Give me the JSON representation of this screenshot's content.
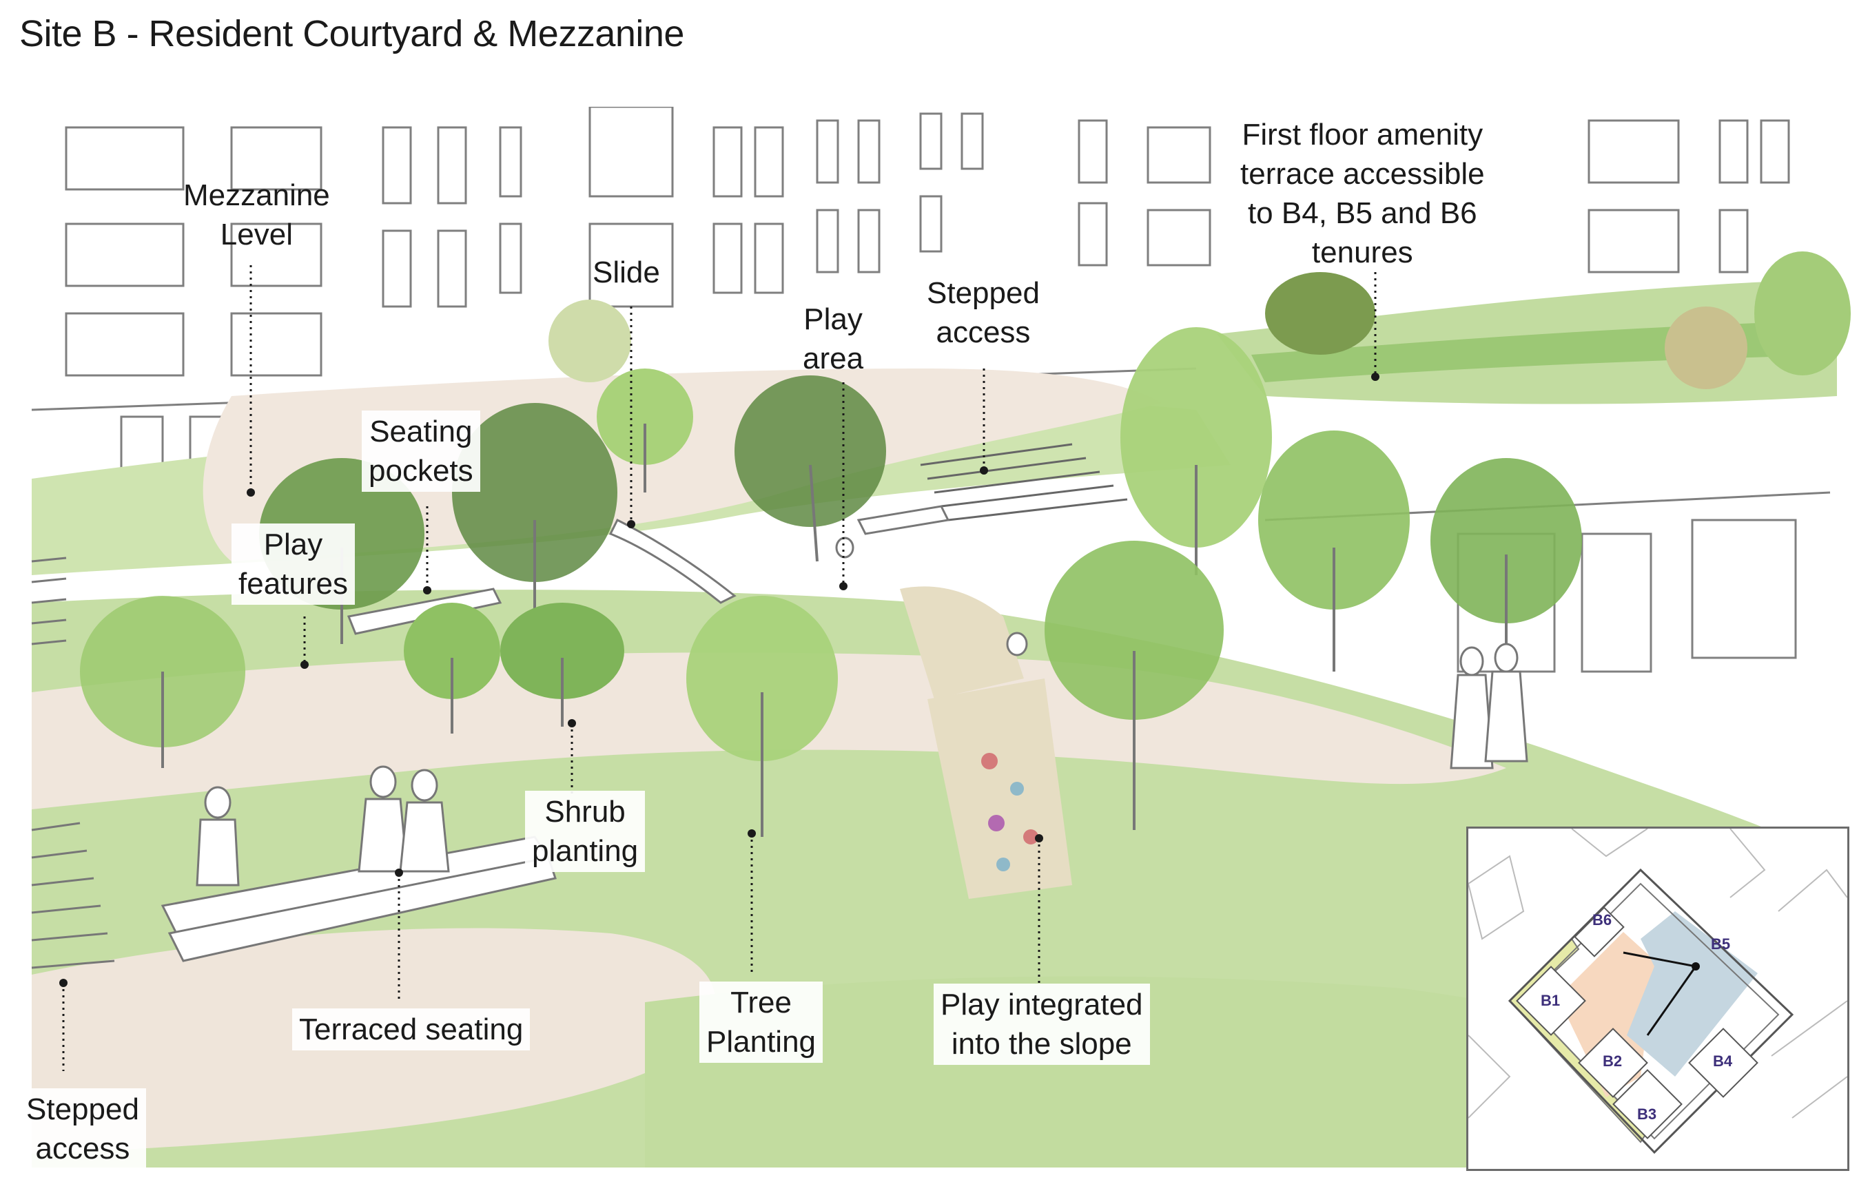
{
  "title": "Site B - Resident Courtyard & Mezzanine",
  "labels": {
    "mezzanine_level": "Mezzanine\nLevel",
    "slide": "Slide",
    "play_area": "Play\narea",
    "stepped_access_top": "Stepped\naccess",
    "first_floor_terrace": "First floor amenity\nterrace accessible\nto B4, B5 and B6\ntenures",
    "seating_pockets": "Seating\npockets",
    "play_features": "Play\nfeatures",
    "shrub_planting": "Shrub\nplanting",
    "terraced_seating": "Terraced seating",
    "tree_planting": "Tree\nPlanting",
    "play_integrated": "Play integrated\ninto the slope",
    "stepped_access_bottom": "Stepped\naccess"
  },
  "key_plan": {
    "blocks": [
      "B1",
      "B2",
      "B3",
      "B4",
      "B5",
      "B6"
    ]
  },
  "colors": {
    "grass": "#c9dfa6",
    "grass_dark": "#9cc676",
    "path": "#efe6dc",
    "tree_light": "#a9d27a",
    "tree_mid": "#7fb459",
    "tree_dark": "#5f8a43",
    "key_blue": "#c5d6e0",
    "key_peach": "#f7d8bf",
    "key_yellow": "#e6eaa8",
    "key_text": "#3d2f7a"
  }
}
